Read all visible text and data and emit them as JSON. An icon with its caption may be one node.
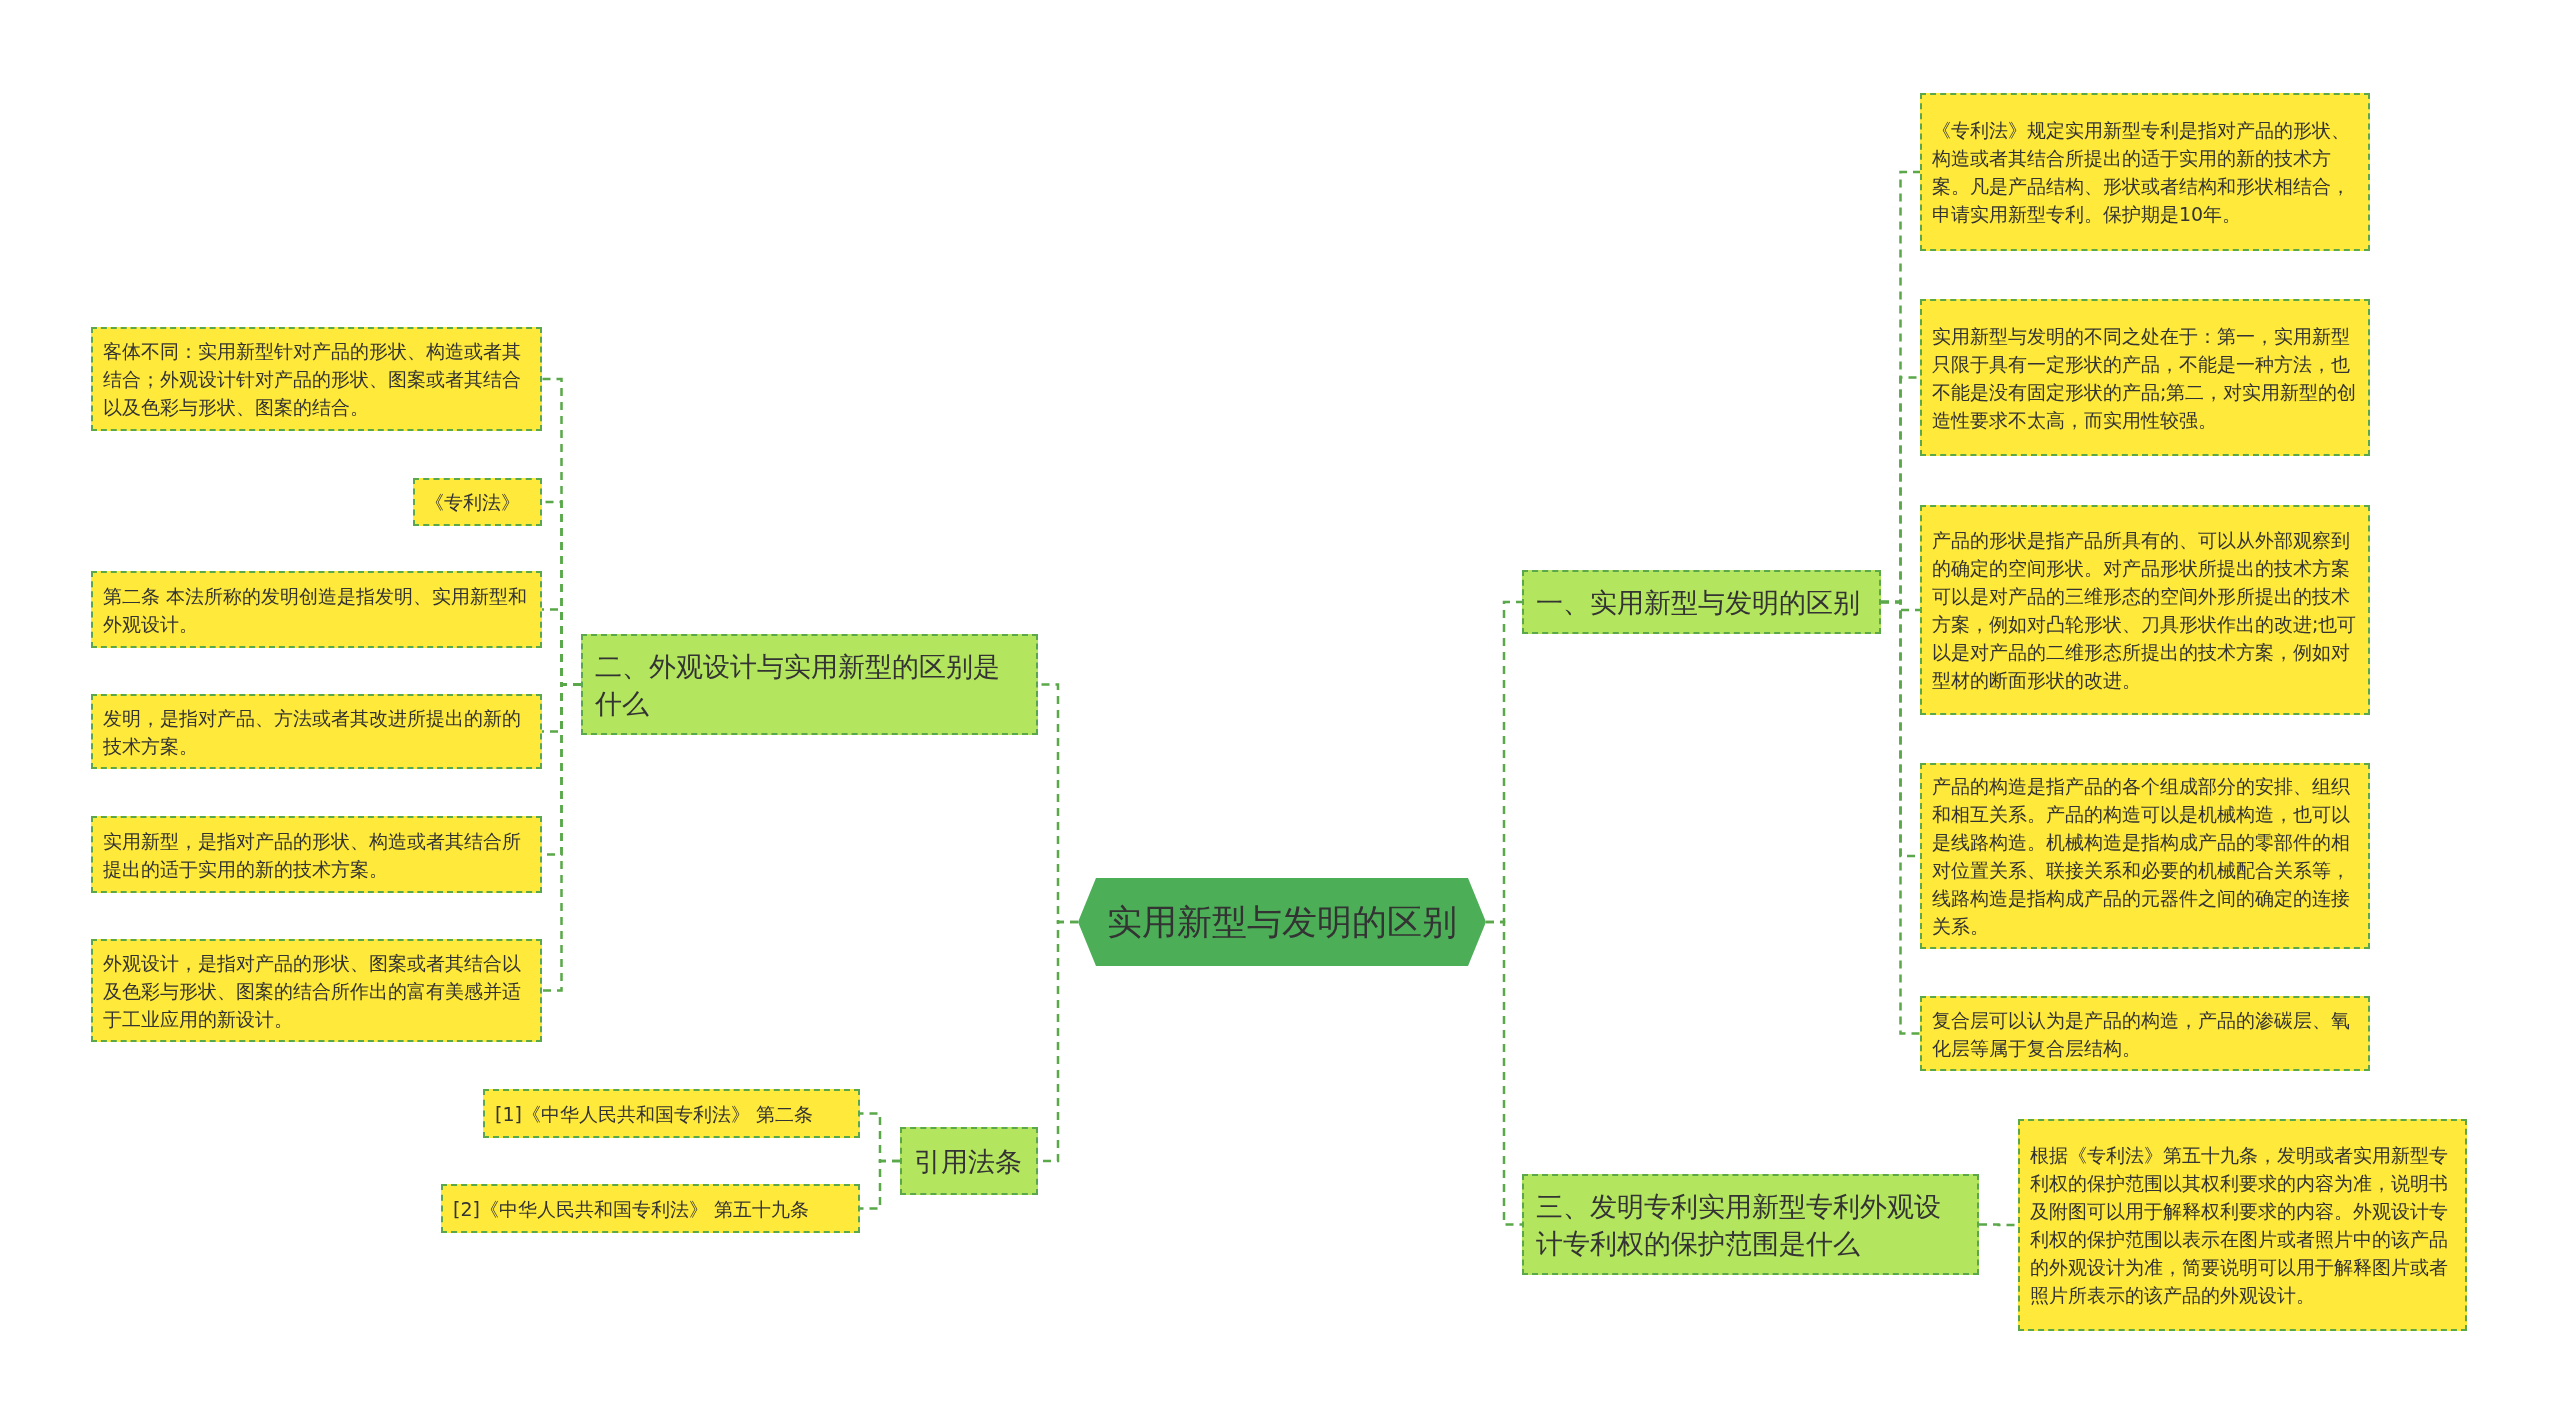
{
  "diagram": {
    "nodes": [
      {
        "text": [
          "实用新型与发明的区别"
        ]
      },
      {
        "text": [
          "一、实用新型与发明的区别"
        ]
      },
      {
        "text": [
          "《专利法》规定实用新型专利是指对产品的形状、构造或者其结合所提出的适于实用的新的技术方案。凡是产品结构、形状或者结构和形状相结合，申请实用新型专利。保护期是10年。"
        ]
      },
      {
        "text": [
          "实用新型与发明的不同之处在于：第一，实用新型只限于具有一定形状的产品，不能是一种方法，也不能是没有固定形状的产品;第二，对实用新型的创造性要求不太高，而实用性较强。"
        ]
      },
      {
        "text": [
          "产品的形状是指产品所具有的、可以从外部观察到的确定的空间形状。对产品形状所提出的技术方案可以是对产品的三维形态的空间外形所提出的技术方案，例如对凸轮形状、刀具形状作出的改进;也可以是对产品的二维形态所提出的技术方案，例如对型材的断面形状的改进。"
        ]
      },
      {
        "text": [
          "产品的构造是指产品的各个组成部分的安排、组织和相互关系。产品的构造可以是机械构造，也可以是线路构造。机械构造是指构成产品的零部件的相对位置关系、联接关系和必要的机械配合关系等，线路构造是指构成产品的元器件之间的确定的连接关系。"
        ]
      },
      {
        "text": [
          "复合层可以认为是产品的构造，产品的渗碳层、氧化层等属于复合层结构。"
        ]
      },
      {
        "text": [
          "三、发明专利实用新型专利外观设计专利权的保护范围是什么"
        ]
      },
      {
        "text": [
          "根据《专利法》第五十九条，发明或者实用新型专利权的保护范围以其权利要求的内容为准，说明书及附图可以用于解释权利要求的内容。外观设计专利权的保护范围以表示在图片或者照片中的该产品的外观设计为准，简要说明可以用于解释图片或者照片所表示的该产品的外观设计。"
        ]
      },
      {
        "text": [
          "二、外观设计与实用新型的区别是什么"
        ]
      },
      {
        "text": [
          "客体不同：实用新型针对产品的形状、构造或者其结合；外观设计针对产品的形状、图案或者其结合以及色彩与形状、图案的结合。"
        ]
      },
      {
        "text": [
          "《专利法》"
        ]
      },
      {
        "text": [
          "第二条 本法所称的发明创造是指发明、实用新型和外观设计。"
        ]
      },
      {
        "text": [
          "发明，是指对产品、方法或者其改进所提出的新的技术方案。"
        ]
      },
      {
        "text": [
          "实用新型，是指对产品的形状、构造或者其结合所提出的适于实用的新的技术方案。"
        ]
      },
      {
        "text": [
          "外观设计，是指对产品的形状、图案或者其结合以及色彩与形状、图案的结合所作出的富有美感并适于工业应用的新设计。"
        ]
      },
      {
        "text": [
          "引用法条"
        ]
      },
      {
        "text": [
          "[1]《中华人民共和国专利法》 第二条"
        ]
      },
      {
        "text": [
          "[2]《中华人民共和国专利法》 第五十九条"
        ]
      }
    ],
    "edges": [
      {
        "from": 0,
        "to": 1,
        "arrow": "none"
      },
      {
        "from": 1,
        "to": 2,
        "arrow": "none"
      },
      {
        "from": 1,
        "to": 3,
        "arrow": "none"
      },
      {
        "from": 1,
        "to": 4,
        "arrow": "none"
      },
      {
        "from": 1,
        "to": 5,
        "arrow": "none"
      },
      {
        "from": 1,
        "to": 6,
        "arrow": "none"
      },
      {
        "from": 0,
        "to": 7,
        "arrow": "none"
      },
      {
        "from": 7,
        "to": 8,
        "arrow": "none"
      },
      {
        "from": 0,
        "to": 9,
        "arrow": "none"
      },
      {
        "from": 9,
        "to": 10,
        "arrow": "none"
      },
      {
        "from": 9,
        "to": 11,
        "arrow": "none"
      },
      {
        "from": 9,
        "to": 12,
        "arrow": "none"
      },
      {
        "from": 9,
        "to": 13,
        "arrow": "none"
      },
      {
        "from": 9,
        "to": 14,
        "arrow": "none"
      },
      {
        "from": 9,
        "to": 15,
        "arrow": "none"
      },
      {
        "from": 0,
        "to": 16,
        "arrow": "none"
      },
      {
        "from": 16,
        "to": 17,
        "arrow": "none"
      },
      {
        "from": 16,
        "to": 18,
        "arrow": "none"
      }
    ]
  }
}
